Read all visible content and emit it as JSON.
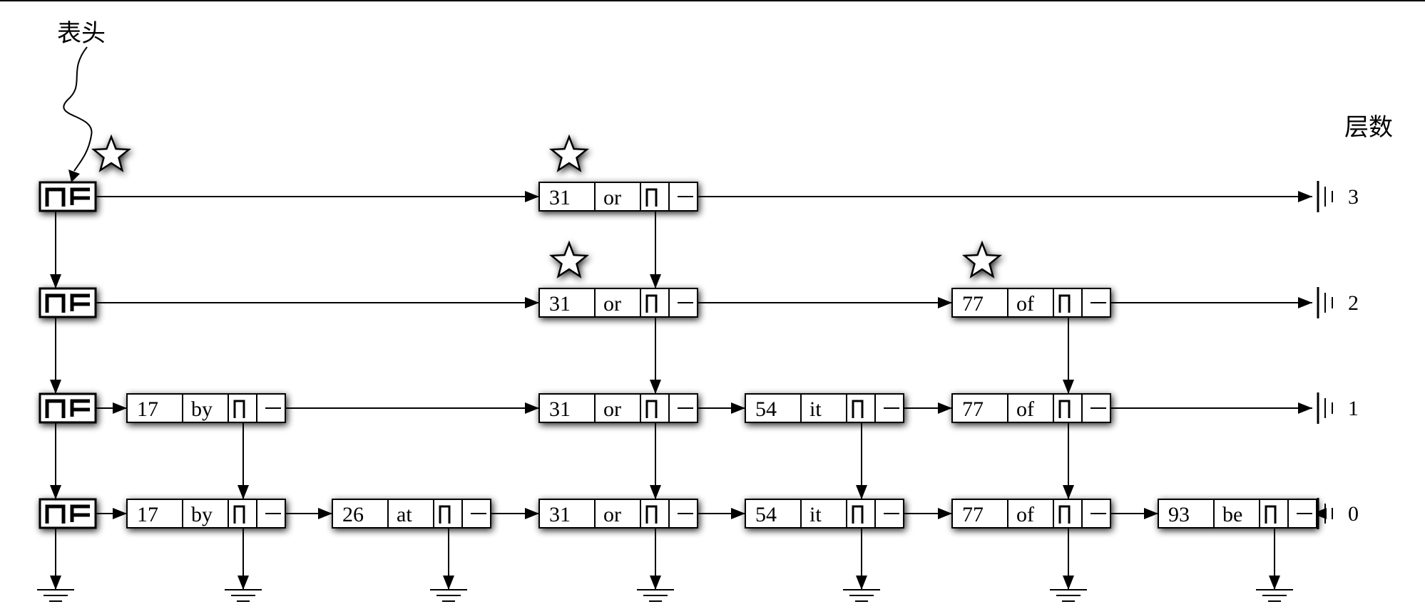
{
  "labels": {
    "head": "表头",
    "levels_title": "层数"
  },
  "levels": [
    "3",
    "2",
    "1",
    "0"
  ],
  "nodes": [
    {
      "key": "31",
      "value": "or",
      "height": 4
    },
    {
      "key": "77",
      "value": "of",
      "height": 3
    },
    {
      "key": "17",
      "value": "by",
      "height": 2
    },
    {
      "key": "54",
      "value": "it",
      "height": 2
    },
    {
      "key": "26",
      "value": "at",
      "height": 1
    },
    {
      "key": "93",
      "value": "be",
      "height": 1
    }
  ],
  "colors": {
    "line": "#000000",
    "box_fill": "#ffffff",
    "shadow": "#000000"
  },
  "icons": {
    "head_marker": "star-icon",
    "end_marker": "null-terminator-icon",
    "bottom_marker": "ground-icon"
  }
}
